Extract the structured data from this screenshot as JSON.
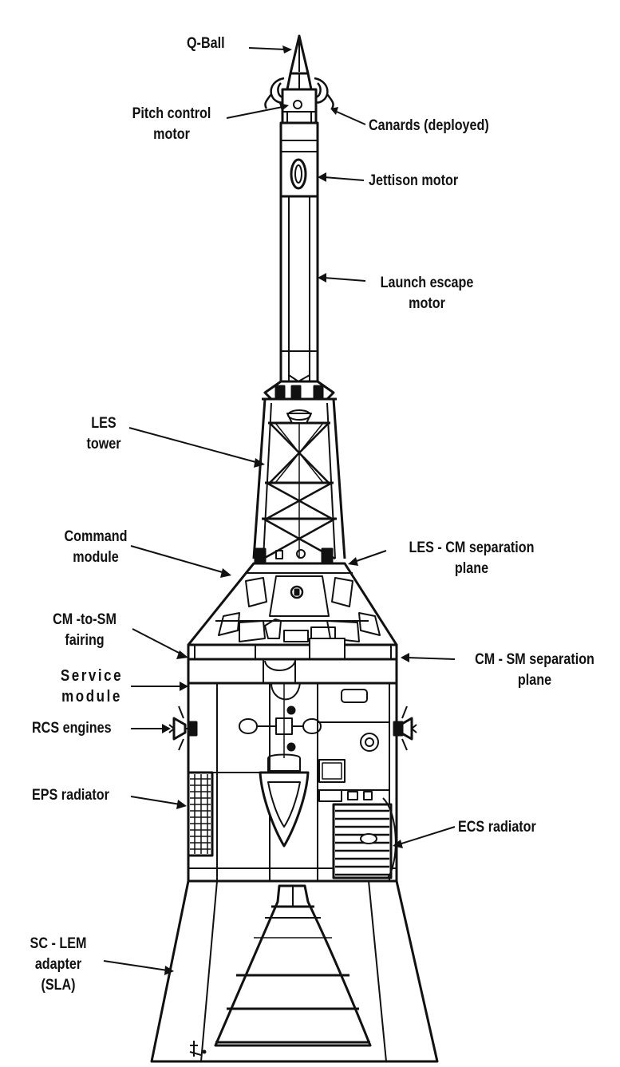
{
  "colors": {
    "ink": "#111111",
    "paper": "#ffffff"
  },
  "labels": {
    "q_ball": "Q-Ball",
    "pitch_control_motor": [
      "Pitch control",
      "motor"
    ],
    "canards": "Canards (deployed)",
    "jettison_motor": "Jettison motor",
    "launch_escape_motor": [
      "Launch escape",
      "motor"
    ],
    "les_tower": [
      "LES",
      "tower"
    ],
    "command_module": [
      "Command",
      "module"
    ],
    "les_cm_separation_plane": [
      "LES - CM separation",
      "plane"
    ],
    "cm_to_sm_fairing": [
      "CM -to-SM",
      "fairing"
    ],
    "service_module": [
      "Service",
      "module"
    ],
    "cm_sm_separation_plane": [
      "CM - SM separation",
      "plane"
    ],
    "rcs_engines": "RCS engines",
    "eps_radiator": "EPS radiator",
    "ecs_radiator": "ECS radiator",
    "sla": [
      "SC - LEM",
      "adapter",
      "(SLA)"
    ]
  }
}
